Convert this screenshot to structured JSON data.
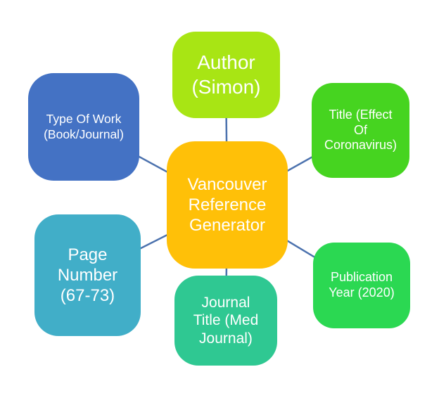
{
  "diagram": {
    "title": "Vancouver Reference Generator",
    "type": "radial-mind-map",
    "background_color": "#FFFFFF",
    "text_color": "#FFFFFF",
    "connector_color": "#4C72AE",
    "nodes": {
      "center": {
        "label": "Vancouver\nReference\nGenerator",
        "color": "#FFC008",
        "role": "central-topic"
      },
      "author": {
        "label": "Author\n(Simon)",
        "color": "#A8E514",
        "role": "satellite"
      },
      "type_of_work": {
        "label": "Type Of Work\n(Book/Journal)",
        "color": "#4472C4",
        "role": "satellite"
      },
      "title": {
        "label": "Title (Effect\nOf\nCoronavirus)",
        "color": "#46D420",
        "role": "satellite"
      },
      "page_number": {
        "label": "Page\nNumber\n(67-73)",
        "color": "#41AEC8",
        "role": "satellite"
      },
      "journal_title": {
        "label": "Journal\nTitle (Med\nJournal)",
        "color": "#2FC892",
        "role": "satellite"
      },
      "publication_year": {
        "label": "Publication\nYear (2020)",
        "color": "#2BD852",
        "role": "satellite"
      }
    }
  }
}
